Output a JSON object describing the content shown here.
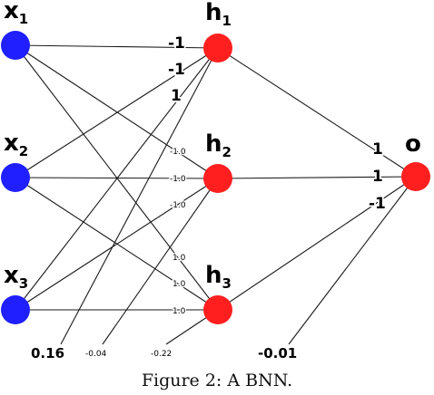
{
  "caption": "Figure 2: A BNN.",
  "nodes": {
    "x1": {
      "letter": "x",
      "sub": "1"
    },
    "x2": {
      "letter": "x",
      "sub": "2"
    },
    "x3": {
      "letter": "x",
      "sub": "3"
    },
    "h1": {
      "letter": "h",
      "sub": "1"
    },
    "h2": {
      "letter": "h",
      "sub": "2"
    },
    "h3": {
      "letter": "h",
      "sub": "3"
    },
    "o": {
      "letter": "o",
      "sub": ""
    }
  },
  "weights": {
    "x1_h1": "-1",
    "x2_h1": "-1",
    "x3_h1": "1",
    "x1_h2": "-1.0",
    "x2_h2": "-1.0",
    "x3_h2": "-1.0",
    "x1_h3": "1.0",
    "x2_h3": "1.0",
    "x3_h3": "1.0",
    "h1_o": "1",
    "h2_o": "1",
    "h3_o": "-1"
  },
  "biases": {
    "h1": "0.16",
    "h2": "-0.04",
    "h3": "-0.22",
    "o": "-0.01"
  },
  "colors": {
    "input": "#1f1fff",
    "hidden": "#ff1f1f",
    "output": "#ff1f1f"
  }
}
